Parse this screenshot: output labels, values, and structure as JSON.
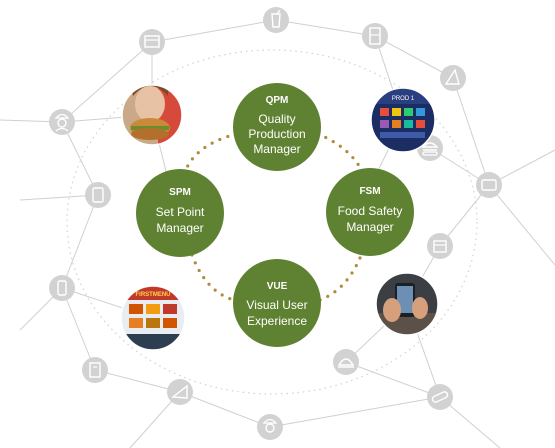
{
  "colors": {
    "module_fill": "#5f8232",
    "connector_dots": "#b08a3e",
    "network_line": "#c9c9c9",
    "icon_circle": "#cfcfcf",
    "outer_ring": "#d2d2d2"
  },
  "modules": [
    {
      "id": "qpm",
      "abbr": "QPM",
      "lines": [
        "Quality",
        "Production",
        "Manager"
      ]
    },
    {
      "id": "spm",
      "abbr": "SPM",
      "lines": [
        "Set Point",
        "Manager"
      ]
    },
    {
      "id": "fsm",
      "abbr": "FSM",
      "lines": [
        "Food Safety",
        "Manager"
      ]
    },
    {
      "id": "vue",
      "abbr": "VUE",
      "lines": [
        "Visual User",
        "Experience"
      ]
    }
  ],
  "photos": [
    {
      "id": "burger-eater",
      "subject": "person eating burger"
    },
    {
      "id": "tablet-dashboard",
      "subject": "tablet dashboard screen",
      "screen_text": "PROD 1"
    },
    {
      "id": "food-menu-screen",
      "subject": "restaurant menu display",
      "screen_text": "FIRSTMENU"
    },
    {
      "id": "phone-hands",
      "subject": "hands holding smartphone"
    }
  ],
  "icons": [
    {
      "id": "drink",
      "icon": "drink-cup-icon"
    },
    {
      "id": "oven",
      "icon": "oven-icon"
    },
    {
      "id": "fridge",
      "icon": "refrigerator-icon"
    },
    {
      "id": "chef-top-left",
      "icon": "chef-icon"
    },
    {
      "id": "pizza-top",
      "icon": "pizza-slice-icon"
    },
    {
      "id": "burger-right",
      "icon": "burger-icon"
    },
    {
      "id": "tablet-left",
      "icon": "tablet-icon"
    },
    {
      "id": "tablet-right",
      "icon": "tablet-icon"
    },
    {
      "id": "fryer",
      "icon": "fryer-icon"
    },
    {
      "id": "phone-left",
      "icon": "mobile-phone-icon"
    },
    {
      "id": "grill-left",
      "icon": "grill-icon"
    },
    {
      "id": "drink-dispenser",
      "icon": "drink-dispenser-icon"
    },
    {
      "id": "pizza-bottom",
      "icon": "pizza-slice-icon"
    },
    {
      "id": "cloche",
      "icon": "food-cloche-icon"
    },
    {
      "id": "hotdog",
      "icon": "hot-dog-icon"
    },
    {
      "id": "chef-bottom",
      "icon": "chef-icon"
    }
  ]
}
